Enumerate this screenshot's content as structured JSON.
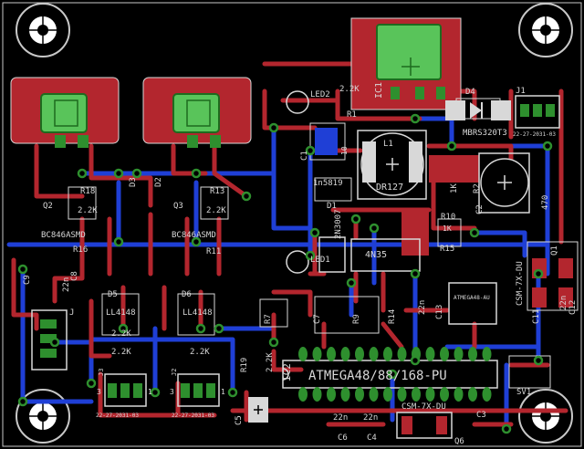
{
  "canvas": {
    "background": "#000000"
  },
  "colors": {
    "top_copper": "#b3262e",
    "bottom_copper": "#1f3fd6",
    "pad": "#2e8f2e",
    "pad_light": "#8fe07a",
    "silkscreen": "#d8d8d8",
    "via_ring": "#2e8f2e",
    "outline": "#c8c8c8"
  },
  "labels": {
    "ic2_title": "ATMEGA48/88/168-PU",
    "ic2_ref": "IC2",
    "ic1": "IC1",
    "d4_ref": "D4",
    "d4_part": "MBRS320T3",
    "j1": "J1",
    "j1_part": "22-27-2031-03",
    "led2": "LED2",
    "led1": "LED1",
    "r1_ref": "R1",
    "r1_val": "2.2K",
    "l1_ref": "L1",
    "l1_part": "DR127",
    "c1": "C1",
    "c1_val": "10",
    "d1_ref": "D1",
    "d1_part": "1n5819",
    "r2_ref": "R2",
    "r2_val": "1K",
    "c2_ref": "C2",
    "c2_val": "470",
    "r10_ref": "R10",
    "r10_val": "1K",
    "r15": "R15",
    "q4_part": "2N3007",
    "ic3_part": "4N35",
    "r18_ref": "R18",
    "r18_val": "2.2K",
    "r16": "R16",
    "q2_ref": "Q2",
    "q2_part": "BC846ASMD",
    "d2": "D2",
    "d3": "D3",
    "r13_ref": "R13",
    "r13_val": "2.2K",
    "r11": "R11",
    "q3_ref": "Q3",
    "q3_part": "BC846ASMD",
    "d5_ref": "D5",
    "d5_part": "LL4148",
    "d6_ref": "D6",
    "d6_part": "LL4148",
    "r_left_val": "2.2K",
    "r_right_val": "2.2K",
    "r20_val": "2.2K",
    "r19_ref": "R19",
    "r19_val": "2.2K",
    "r7": "R7",
    "c7": "C7",
    "r9": "R9",
    "r14": "R14",
    "c13": "C13",
    "q1": "Q1",
    "q1_part": "CSM-7X-DU",
    "c11": "C11",
    "c12": "C12",
    "ic_qfp": "ATMEGA48-AU",
    "sv1": "SV1",
    "c5": "C5",
    "c4": "C4",
    "c6": "C6",
    "c3": "C3",
    "q6_ref": "Q6",
    "q6_part": "CSM-7X-DU",
    "val_22n": "22n",
    "j3_part": "22-27-2031-03",
    "j2_part": "22-27-2031-03",
    "j3": "J3",
    "j2": "J2",
    "j_left": "J",
    "pin3": "3",
    "pin1": "1",
    "c8": "C8",
    "c9": "C9"
  }
}
